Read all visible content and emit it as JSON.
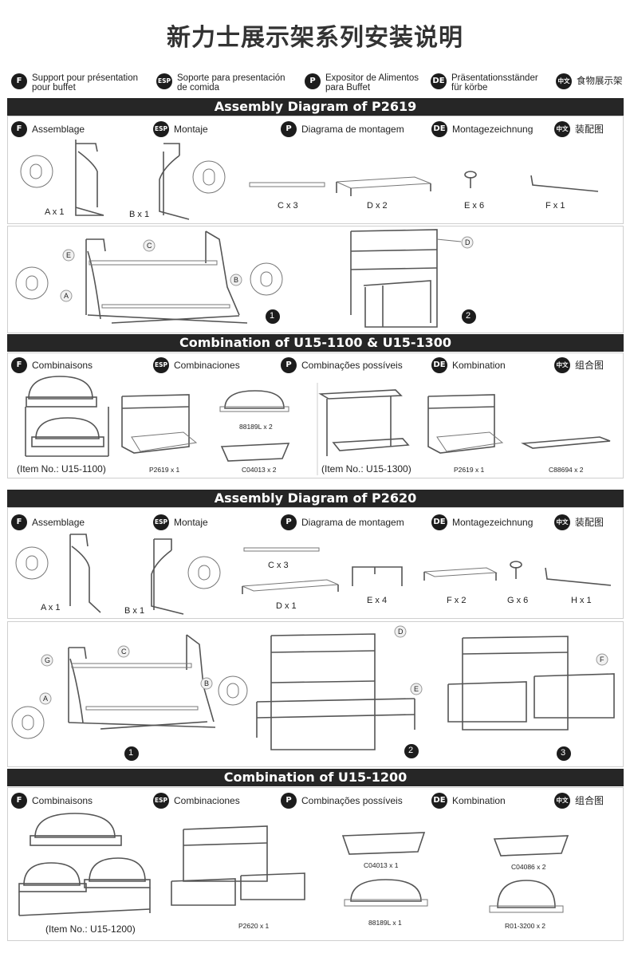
{
  "title": "新力士展示架系列安装说明",
  "languages": [
    {
      "badge": "F",
      "text1": "Support pour présentation",
      "text2": "pour buffet"
    },
    {
      "badge": "ESP",
      "text1": "Soporte para presentación",
      "text2": "de comida"
    },
    {
      "badge": "P",
      "text1": "Expositor de Alimentos",
      "text2": "para Buffet"
    },
    {
      "badge": "DE",
      "text1": "Präsentationsständer",
      "text2": "für körbe"
    },
    {
      "badge": "中文",
      "text1": "食物展示架",
      "text2": ""
    }
  ],
  "section1": {
    "header": "Assembly Diagram of P2619",
    "row": [
      "Assemblage",
      "Montaje",
      "Diagrama de montagem",
      "Montagezeichnung",
      "装配图"
    ],
    "parts": [
      "A x 1",
      "B x 1",
      "C x 3",
      "D x 2",
      "E x 6",
      "F x 1"
    ],
    "callouts": [
      "C",
      "E",
      "B",
      "A",
      "D"
    ],
    "steps": [
      "1",
      "2"
    ]
  },
  "section2": {
    "header": "Combination of U15-1100 & U15-1300",
    "row": [
      "Combinaisons",
      "Combinaciones",
      "Combinações possíveis",
      "Kombination",
      "组合图"
    ],
    "item1": "(Item No.: U15-1100)",
    "item2": "(Item No.: U15-1300)",
    "captions": [
      "P2619 x 1",
      "88189L x 2",
      "C04013 x 2",
      "P2619 x 1",
      "C88694 x 2"
    ]
  },
  "section3": {
    "header": "Assembly Diagram of P2620",
    "row": [
      "Assemblage",
      "Montaje",
      "Diagrama de montagem",
      "Montagezeichnung",
      "装配图"
    ],
    "parts": [
      "A x 1",
      "B x 1",
      "C x 3",
      "D x 1",
      "E x 4",
      "F x 2",
      "G x 6",
      "H x 1"
    ],
    "callouts": [
      "G",
      "C",
      "B",
      "A",
      "D",
      "E",
      "F"
    ],
    "steps": [
      "1",
      "2",
      "3"
    ]
  },
  "section4": {
    "header": "Combination of U15-1200",
    "row": [
      "Combinaisons",
      "Combinaciones",
      "Combinações possíveis",
      "Kombination",
      "组合图"
    ],
    "item": "(Item No.: U15-1200)",
    "captions": [
      "P2620 x 1",
      "C04013 x 1",
      "88189L x 1",
      "C04086 x 2",
      "R01-3200 x 2"
    ]
  }
}
